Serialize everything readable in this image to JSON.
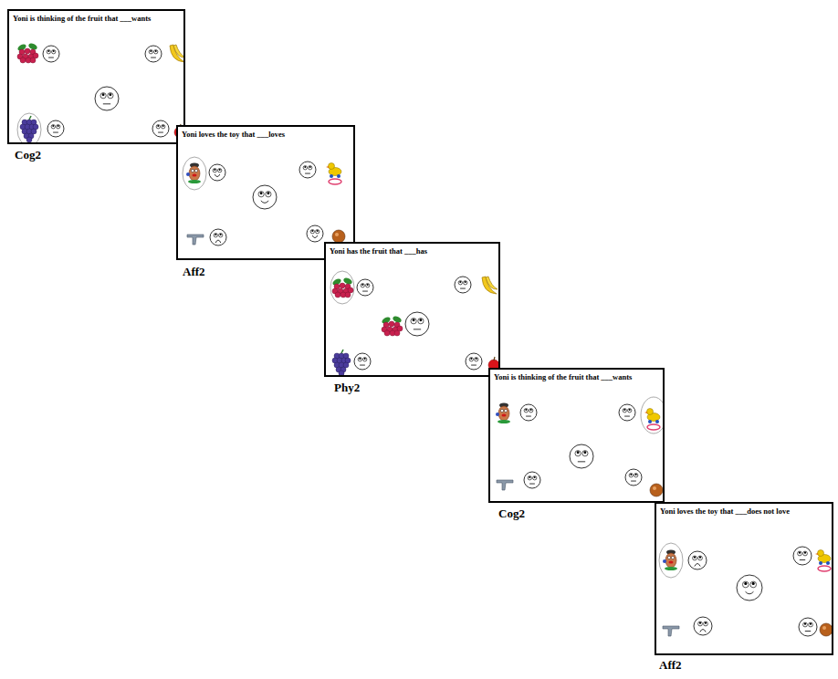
{
  "diagram": {
    "nodes": [
      {
        "text": [
          "Yoni is thinking of the fruit that ___wants"
        ]
      },
      {
        "text": [
          "Yoni loves the toy that ___loves"
        ]
      },
      {
        "text": [
          "Yoni has the fruit that ___has"
        ]
      },
      {
        "text": [
          "Yoni is thinking of the fruit that ___wants"
        ]
      },
      {
        "text": [
          "Yoni loves the toy that ___does not love"
        ]
      }
    ],
    "edges": [],
    "labels": [
      "Cog2",
      "Aff2",
      "Phy2",
      "Cog2",
      "Aff2"
    ]
  }
}
